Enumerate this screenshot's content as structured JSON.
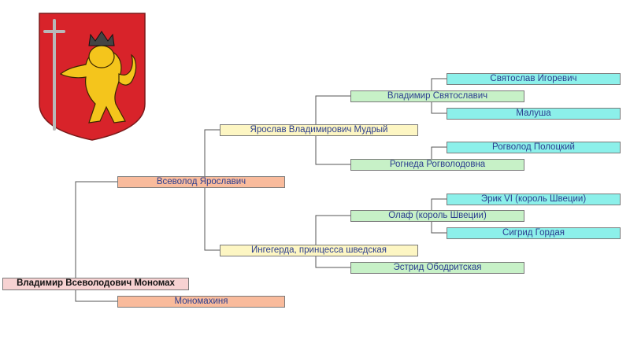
{
  "colors": {
    "root_fill": "#f7d2d2",
    "gen1_fill": "#f9bb9c",
    "gen2_fill": "#fdf6c3",
    "gen3_fill": "#c7f1c7",
    "gen4_fill": "#8cf0ea",
    "text": "#2b3d8f",
    "lines": "#555555",
    "coat_field": "#d8232a",
    "coat_lion": "#f4c51c"
  },
  "coat_of_arms": {
    "icon": "crowned-lion-coat-of-arms-icon"
  },
  "tree": {
    "root": {
      "name": "Владимир Всеволодович Мономах"
    },
    "father": {
      "name": "Всеволод Ярославич"
    },
    "mother": {
      "name": "Мономахиня"
    },
    "paternal_grandfather": {
      "name": "Ярослав Владимирович Мудрый"
    },
    "paternal_grandmother": {
      "name": "Ингегерда, принцесса шведская"
    },
    "gg_vladimir": {
      "name": "Владимир Святославич"
    },
    "gg_rogneda": {
      "name": "Рогнеда Рогволодовна"
    },
    "gg_olaf": {
      "name": "Олаф (король Швеции)"
    },
    "gg_estrid": {
      "name": "Эстрид Ободритская"
    },
    "ggg_svyatoslav": {
      "name": "Святослав Игоревич"
    },
    "ggg_malusha": {
      "name": "Малуша"
    },
    "ggg_rogvolod": {
      "name": "Рогволод Полоцкий"
    },
    "ggg_erik": {
      "name": "Эрик VI (король Швеции)"
    },
    "ggg_sigrid": {
      "name": "Сигрид Гордая"
    }
  }
}
